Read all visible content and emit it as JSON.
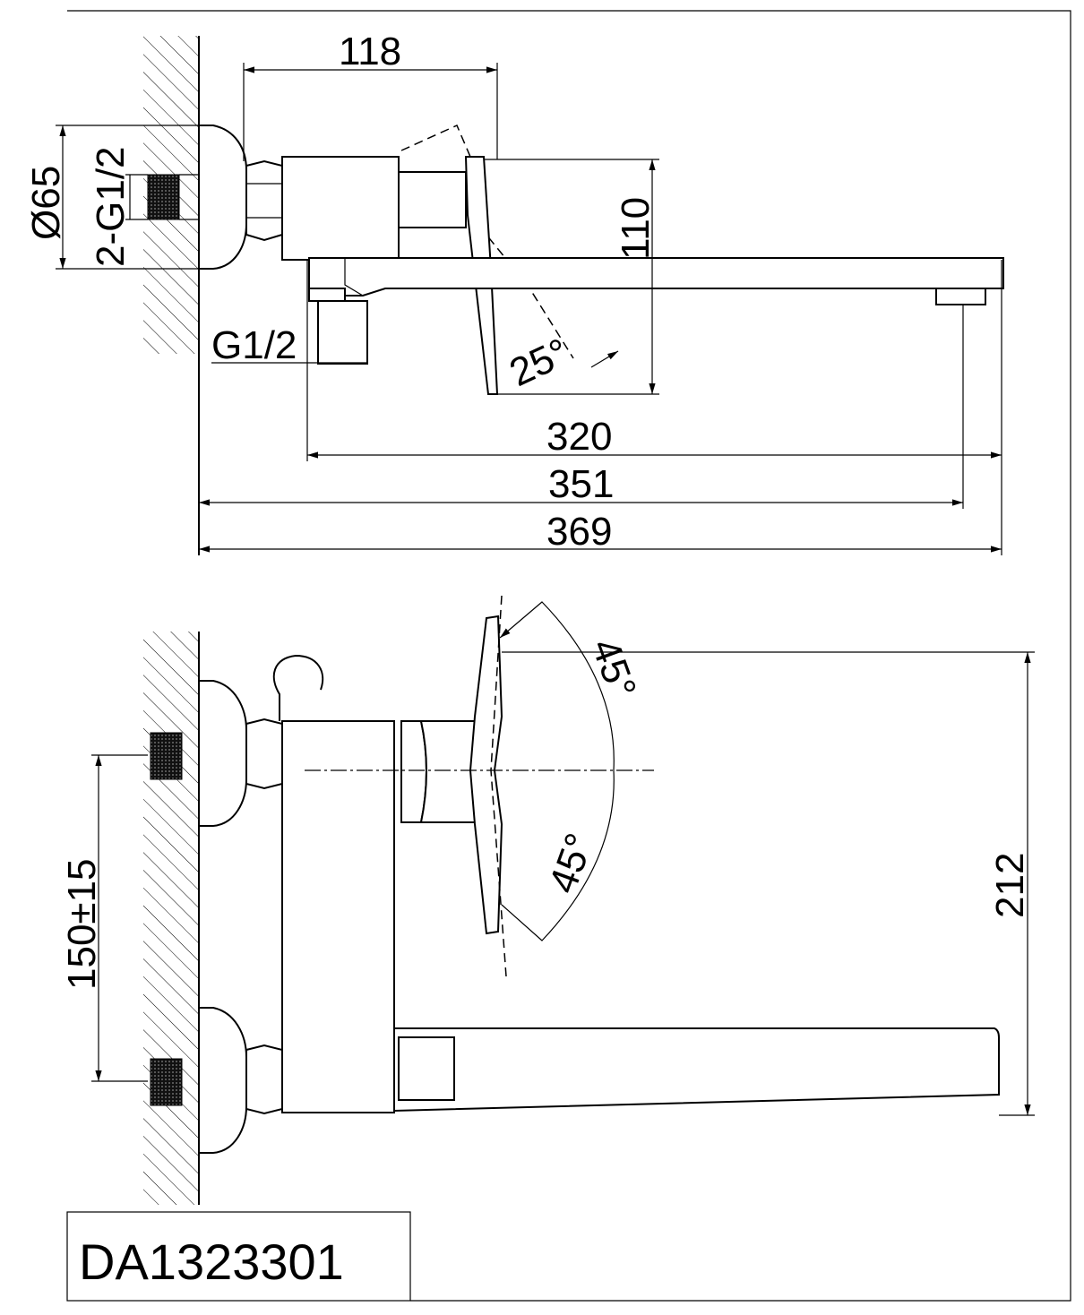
{
  "model": "DA1323301",
  "side_view": {
    "dim_handle_projection": "118",
    "dim_escutcheon_diameter": "Ø65",
    "dim_inlet_thread": "2-G1/2",
    "dim_height": "110",
    "dim_outlet_thread": "G1/2",
    "dim_handle_angle": "25°",
    "dim_spout_length": "320",
    "dim_wall_to_outlet": "351",
    "dim_total_length": "369"
  },
  "front_view": {
    "dim_angle_up": "45°",
    "dim_angle_down": "45°",
    "dim_inlet_spacing": "150±15",
    "dim_total_height": "212"
  }
}
